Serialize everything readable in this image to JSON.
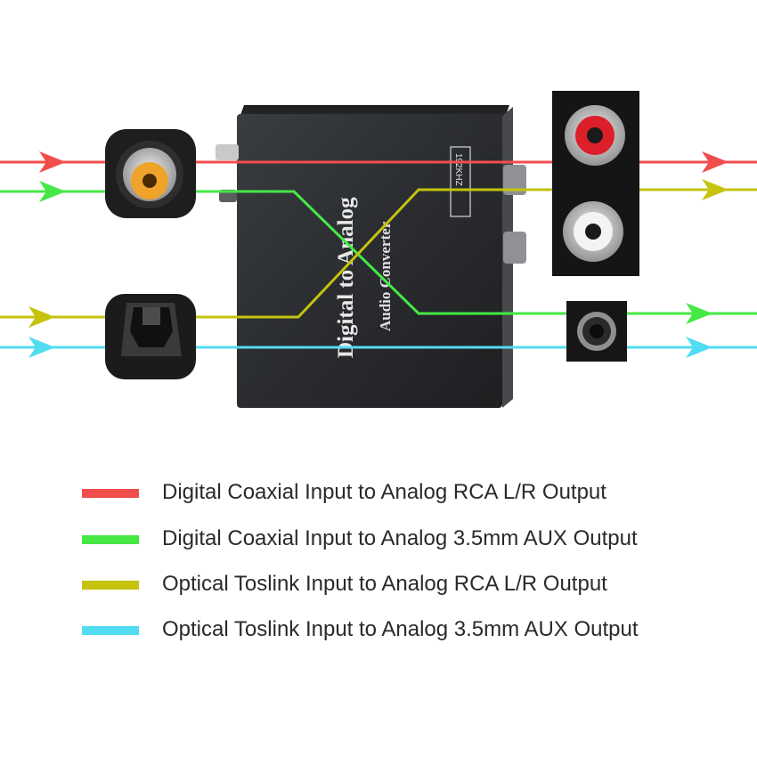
{
  "device": {
    "title": "Digital to Analog",
    "subtitle": "Audio Converter",
    "badge": "192KHZ"
  },
  "colors": {
    "red": "#f24d4d",
    "green": "#45e845",
    "yellow": "#c6c30f",
    "cyan": "#52dcf2"
  },
  "ports": {
    "coaxial_input": "coaxial-rca-icon",
    "optical_input": "toslink-optical-icon",
    "rca_output": "rca-lr-jack-icon",
    "aux_output": "aux-3.5mm-jack-icon"
  },
  "legend": [
    {
      "color": "#f24d4d",
      "label": "Digital Coaxial Input to Analog RCA L/R Output"
    },
    {
      "color": "#45e845",
      "label": "Digital Coaxial Input to Analog 3.5mm AUX Output"
    },
    {
      "color": "#c6c30f",
      "label": "Optical Toslink Input to Analog RCA L/R Output"
    },
    {
      "color": "#52dcf2",
      "label": "Optical Toslink Input to Analog 3.5mm AUX Output"
    }
  ]
}
